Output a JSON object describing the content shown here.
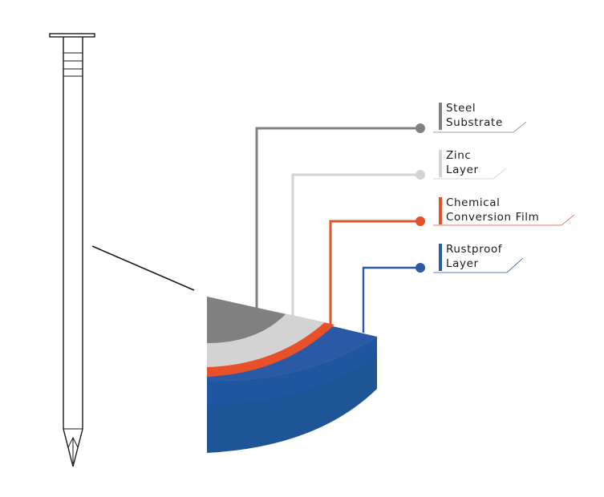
{
  "layers": [
    {
      "id": "steel",
      "lines": [
        "Steel",
        "Substrate"
      ],
      "color": "#808080"
    },
    {
      "id": "zinc",
      "lines": [
        "Zinc",
        "Layer"
      ],
      "color": "#d3d3d3"
    },
    {
      "id": "chemical",
      "lines": [
        "Chemical",
        "Conversion Film"
      ],
      "color": "#e8502a"
    },
    {
      "id": "rustproof",
      "lines": [
        "Rustproof",
        "Layer"
      ],
      "color": "#2a5aa6"
    }
  ],
  "colors": {
    "outline": "#1a1a1a",
    "blue_top": "#2a5aa6",
    "blue_side": "#1d5596",
    "blue_dark": "#174a88"
  }
}
